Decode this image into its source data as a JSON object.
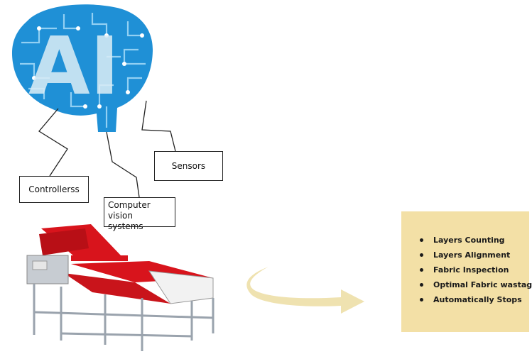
{
  "brain": {
    "letters": "AI",
    "color": "#1f90d6"
  },
  "labels": {
    "sensors": "Sensors",
    "controllers": "Controllerss",
    "computer_vision": [
      "Computer vision",
      "systems"
    ]
  },
  "features": {
    "items": [
      "Layers Counting",
      "Layers Alignment",
      "Fabric Inspection",
      "Optimal Fabric wastage",
      "Automatically Stops"
    ],
    "background": "#f3e0a6"
  },
  "arrow": {
    "color": "#efe2b0"
  },
  "machine": {
    "fabric_color": "#d8141c",
    "frame_color": "#9aa3ad"
  }
}
